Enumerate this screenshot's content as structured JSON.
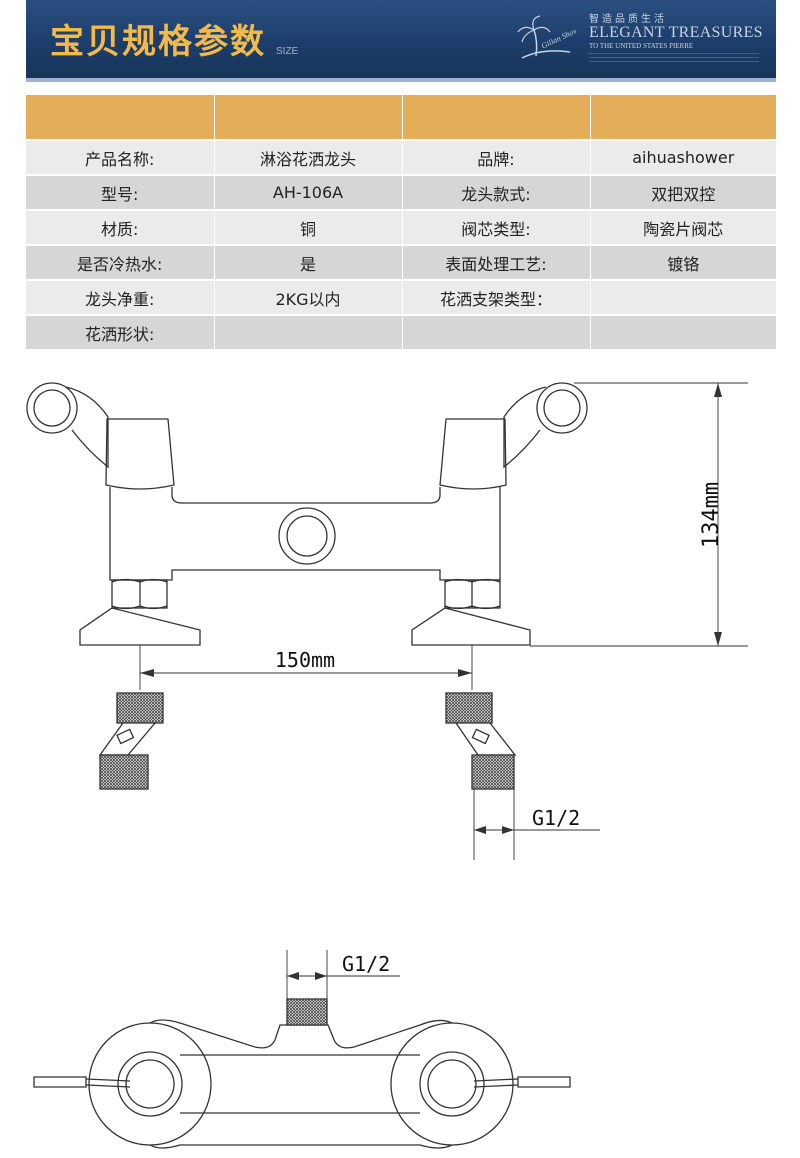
{
  "banner": {
    "title": "宝贝规格参数",
    "subtitle": "SIZE",
    "brand_cn": "智造品质生活",
    "brand_en": "ELEGANT TREASURES",
    "brand_small": "TO THE UNITED STATES PIERRE",
    "logo_text": "Gilian Shower"
  },
  "spec_table": {
    "rows": [
      [
        "产品名称:",
        "淋浴花洒龙头",
        "品牌:",
        "aihuashower"
      ],
      [
        "型号:",
        "AH-106A",
        "龙头款式:",
        "双把双控"
      ],
      [
        "材质:",
        "铜",
        "阀芯类型:",
        "陶瓷片阀芯"
      ],
      [
        "是否冷热水:",
        "是",
        "表面处理工艺:",
        "镀铬"
      ],
      [
        "龙头净重:",
        "2KG以内",
        "花洒支架类型：",
        ""
      ],
      [
        "花洒形状:",
        "",
        "",
        ""
      ]
    ]
  },
  "drawing": {
    "height_label": "134mm",
    "spacing_label": "150mm",
    "thread_label_side": "G1/2",
    "thread_label_top": "G1/2"
  },
  "colors": {
    "banner_bg": "#1d3e6b",
    "title_gold": "#f3b949",
    "table_head": "#e3ad5a"
  }
}
